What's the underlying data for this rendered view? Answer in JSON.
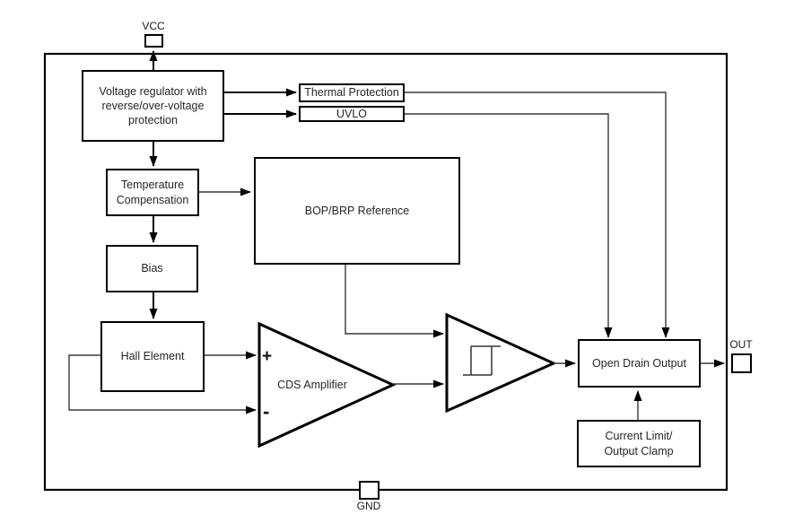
{
  "pins": {
    "vcc": "VCC",
    "out": "OUT",
    "gnd": "GND"
  },
  "blocks": {
    "regulator": "Voltage regulator with\nreverse/over-voltage\nprotection",
    "thermal_protection": "Thermal Protection",
    "uvlo": "UVLO",
    "temperature_compensation": "Temperature\nCompensation",
    "bias": "Bias",
    "hall_element": "Hall Element",
    "bop_brp_reference": "BOP/BRP Reference",
    "open_drain_output": "Open Drain Output",
    "current_limit": "Current Limit/\nOutput Clamp"
  },
  "amplifier": {
    "label": "CDS Amplifier",
    "plus_input": "+",
    "minus_input": "-"
  },
  "icons": {
    "hysteresis": "hysteresis-icon"
  },
  "colors": {
    "wire": "#383838",
    "wire_bold": "#000000",
    "block_border": "#000000",
    "arrowhead": "#000000",
    "background": "#ffffff"
  }
}
